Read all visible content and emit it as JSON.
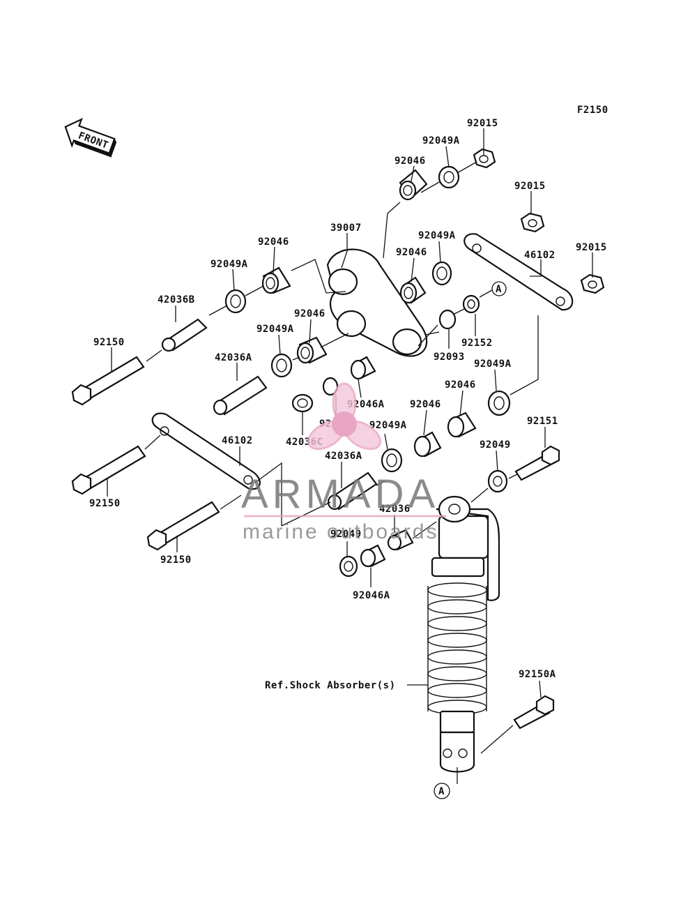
{
  "figure_code": "F2150",
  "front_arrow_label": "FRONT",
  "ref_label": "Ref.Shock Absorber(s)",
  "circle_ref": "A",
  "watermark": {
    "title": "ARMADA",
    "subtitle": "marine outboards",
    "color": "#e8a6c4"
  },
  "labels": [
    "92015",
    "92049A",
    "92046",
    "92015",
    "39007",
    "92046",
    "92049A",
    "92015",
    "46102",
    "92049A",
    "92046",
    "42036B",
    "92049A",
    "92046",
    "92152",
    "92150",
    "42036A",
    "92093",
    "92049A",
    "92046",
    "92046A",
    "92093",
    "42036C",
    "92049A",
    "92046",
    "92151",
    "46102",
    "42036A",
    "92049",
    "92150",
    "42036",
    "92049",
    "92150",
    "92046A",
    "92150A"
  ]
}
